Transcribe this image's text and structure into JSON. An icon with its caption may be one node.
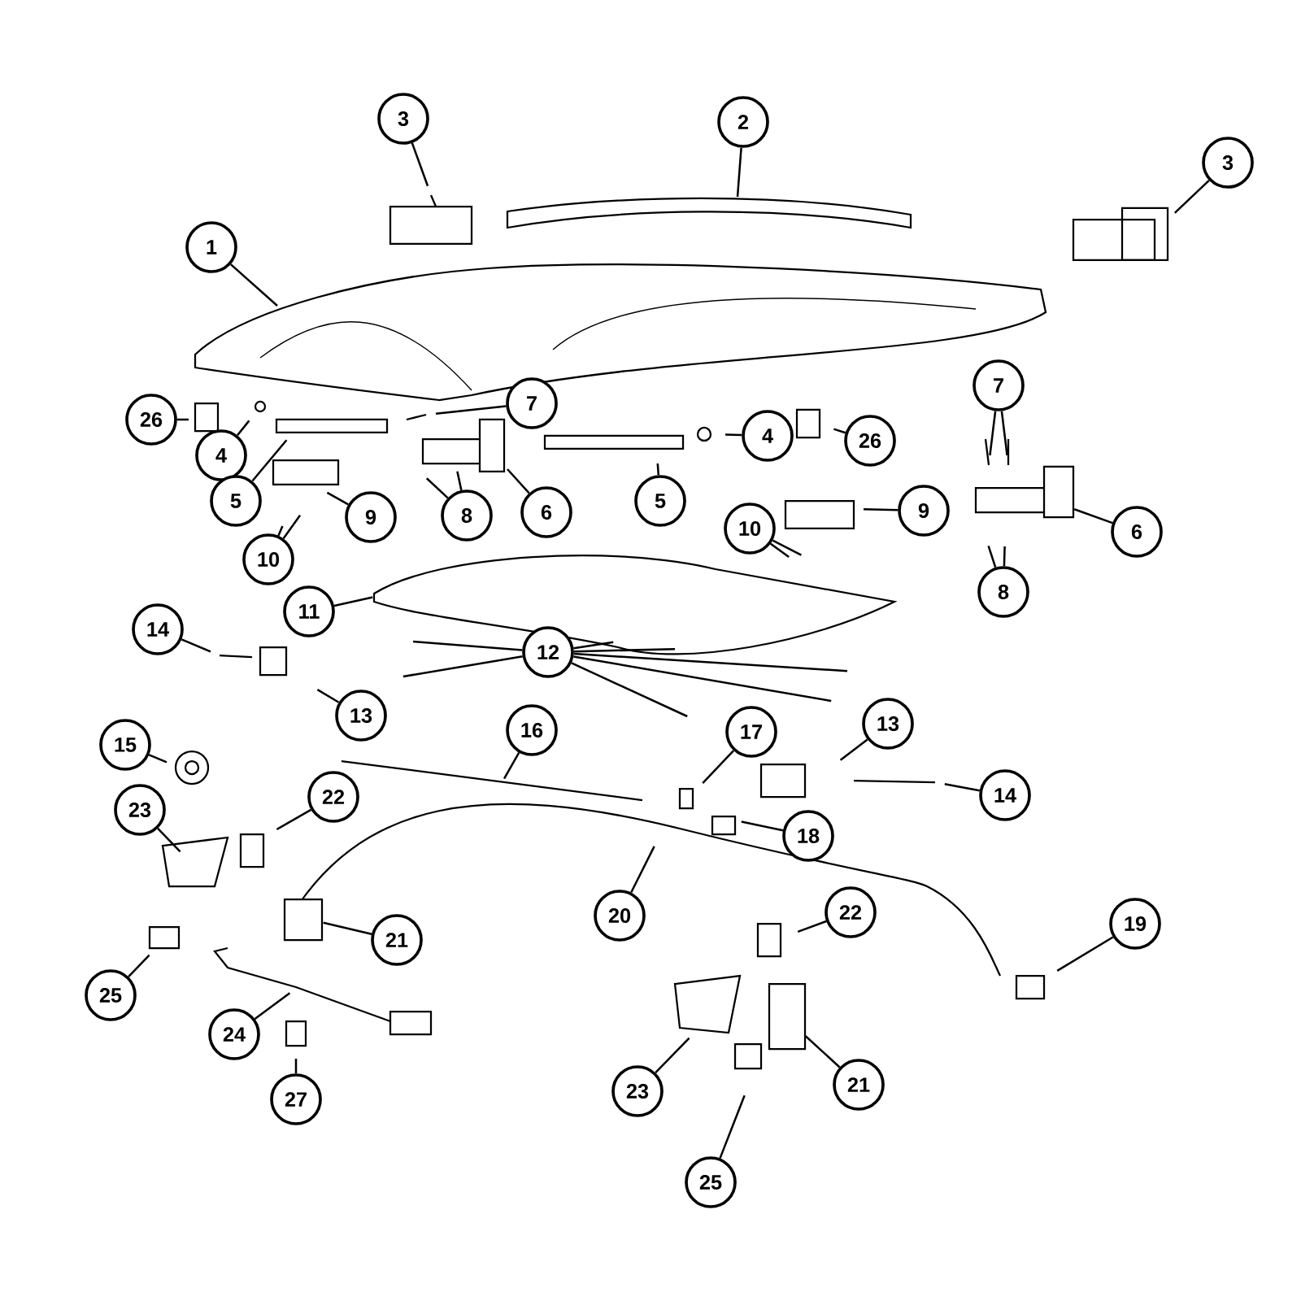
{
  "diagram": {
    "nodes": [
      {
        "text": [
          "1"
        ]
      },
      {
        "text": [
          "2"
        ]
      },
      {
        "text": [
          "3"
        ]
      },
      {
        "text": [
          "3"
        ]
      },
      {
        "text": [
          "26"
        ]
      },
      {
        "text": [
          "4"
        ]
      },
      {
        "text": [
          "5"
        ]
      },
      {
        "text": [
          "7"
        ]
      },
      {
        "text": [
          "6"
        ]
      },
      {
        "text": [
          "8"
        ]
      },
      {
        "text": [
          "9"
        ]
      },
      {
        "text": [
          "10"
        ]
      },
      {
        "text": [
          "5"
        ]
      },
      {
        "text": [
          "4"
        ]
      },
      {
        "text": [
          "26"
        ]
      },
      {
        "text": [
          "7"
        ]
      },
      {
        "text": [
          "9"
        ]
      },
      {
        "text": [
          "6"
        ]
      },
      {
        "text": [
          "10"
        ]
      },
      {
        "text": [
          "8"
        ]
      },
      {
        "text": [
          "11"
        ]
      },
      {
        "text": [
          "12"
        ]
      },
      {
        "text": [
          "14"
        ]
      },
      {
        "text": [
          "13"
        ]
      },
      {
        "text": [
          "15"
        ]
      },
      {
        "text": [
          "16"
        ]
      },
      {
        "text": [
          "17"
        ]
      },
      {
        "text": [
          "13"
        ]
      },
      {
        "text": [
          "14"
        ]
      },
      {
        "text": [
          "18"
        ]
      },
      {
        "text": [
          "22"
        ]
      },
      {
        "text": [
          "23"
        ]
      },
      {
        "text": [
          "20"
        ]
      },
      {
        "text": [
          "22"
        ]
      },
      {
        "text": [
          "19"
        ]
      },
      {
        "text": [
          "21"
        ]
      },
      {
        "text": [
          "25"
        ]
      },
      {
        "text": [
          "24"
        ]
      },
      {
        "text": [
          "27"
        ]
      },
      {
        "text": [
          "23"
        ]
      },
      {
        "text": [
          "21"
        ]
      },
      {
        "text": [
          "25"
        ]
      }
    ],
    "edges": [
      {
        "from": 0,
        "to": null,
        "arrow": "none"
      },
      {
        "from": 1,
        "to": null,
        "arrow": "none"
      },
      {
        "from": 2,
        "to": null,
        "arrow": "none"
      },
      {
        "from": 3,
        "to": null,
        "arrow": "none"
      },
      {
        "from": 4,
        "to": null,
        "arrow": "none"
      },
      {
        "from": 5,
        "to": null,
        "arrow": "none"
      },
      {
        "from": 6,
        "to": null,
        "arrow": "none"
      },
      {
        "from": 7,
        "to": null,
        "arrow": "none"
      },
      {
        "from": 8,
        "to": null,
        "arrow": "none"
      },
      {
        "from": 9,
        "to": null,
        "arrow": "none"
      },
      {
        "from": 9,
        "to": null,
        "arrow": "none"
      },
      {
        "from": 10,
        "to": null,
        "arrow": "none"
      },
      {
        "from": 11,
        "to": null,
        "arrow": "none"
      },
      {
        "from": 11,
        "to": null,
        "arrow": "none"
      },
      {
        "from": 12,
        "to": null,
        "arrow": "none"
      },
      {
        "from": 13,
        "to": null,
        "arrow": "none"
      },
      {
        "from": 14,
        "to": null,
        "arrow": "none"
      },
      {
        "from": 15,
        "to": null,
        "arrow": "none"
      },
      {
        "from": 15,
        "to": null,
        "arrow": "none"
      },
      {
        "from": 16,
        "to": null,
        "arrow": "none"
      },
      {
        "from": 17,
        "to": null,
        "arrow": "none"
      },
      {
        "from": 18,
        "to": null,
        "arrow": "none"
      },
      {
        "from": 18,
        "to": null,
        "arrow": "none"
      },
      {
        "from": 19,
        "to": null,
        "arrow": "none"
      },
      {
        "from": 19,
        "to": null,
        "arrow": "none"
      },
      {
        "from": 20,
        "to": null,
        "arrow": "none"
      },
      {
        "from": 21,
        "to": null,
        "arrow": "none"
      },
      {
        "from": 21,
        "to": null,
        "arrow": "none"
      },
      {
        "from": 21,
        "to": null,
        "arrow": "none"
      },
      {
        "from": 21,
        "to": null,
        "arrow": "none"
      },
      {
        "from": 21,
        "to": null,
        "arrow": "none"
      },
      {
        "from": 21,
        "to": null,
        "arrow": "none"
      },
      {
        "from": 21,
        "to": null,
        "arrow": "none"
      },
      {
        "from": 22,
        "to": null,
        "arrow": "none"
      },
      {
        "from": 23,
        "to": null,
        "arrow": "none"
      },
      {
        "from": 24,
        "to": null,
        "arrow": "none"
      },
      {
        "from": 25,
        "to": null,
        "arrow": "none"
      },
      {
        "from": 26,
        "to": null,
        "arrow": "none"
      },
      {
        "from": 27,
        "to": null,
        "arrow": "none"
      },
      {
        "from": 28,
        "to": null,
        "arrow": "none"
      },
      {
        "from": 29,
        "to": null,
        "arrow": "none"
      },
      {
        "from": 30,
        "to": null,
        "arrow": "none"
      },
      {
        "from": 31,
        "to": null,
        "arrow": "none"
      },
      {
        "from": 32,
        "to": null,
        "arrow": "none"
      },
      {
        "from": 33,
        "to": null,
        "arrow": "none"
      },
      {
        "from": 34,
        "to": null,
        "arrow": "none"
      },
      {
        "from": 35,
        "to": null,
        "arrow": "none"
      },
      {
        "from": 36,
        "to": null,
        "arrow": "none"
      },
      {
        "from": 37,
        "to": null,
        "arrow": "none"
      },
      {
        "from": 38,
        "to": null,
        "arrow": "none"
      },
      {
        "from": 39,
        "to": null,
        "arrow": "none"
      },
      {
        "from": 40,
        "to": null,
        "arrow": "none"
      },
      {
        "from": 41,
        "to": null,
        "arrow": "none"
      }
    ]
  }
}
